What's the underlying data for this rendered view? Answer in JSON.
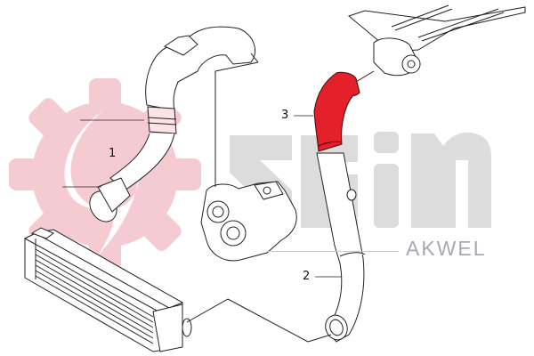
{
  "diagram": {
    "type": "exploded-parts-diagram",
    "subject": "Turbocharger / intercooler air hose assembly",
    "callouts": [
      {
        "id": "1",
        "label": "1"
      },
      {
        "id": "2",
        "label": "2"
      },
      {
        "id": "3",
        "label": "3"
      }
    ],
    "highlighted_part": {
      "label": "3",
      "color": "#e4202a"
    },
    "components": [
      "intercooler",
      "turbocharger",
      "hose-1",
      "hose-2",
      "hose-3",
      "throttle-body-manifold"
    ]
  },
  "watermark": {
    "brand": "seim",
    "sub_brand": "AKWEL",
    "gear_color": "#f4c4cc",
    "letters_color": "#d8d8d8",
    "akwel_color": "#a8a8b4",
    "akwel_accent": "#e87c88"
  }
}
